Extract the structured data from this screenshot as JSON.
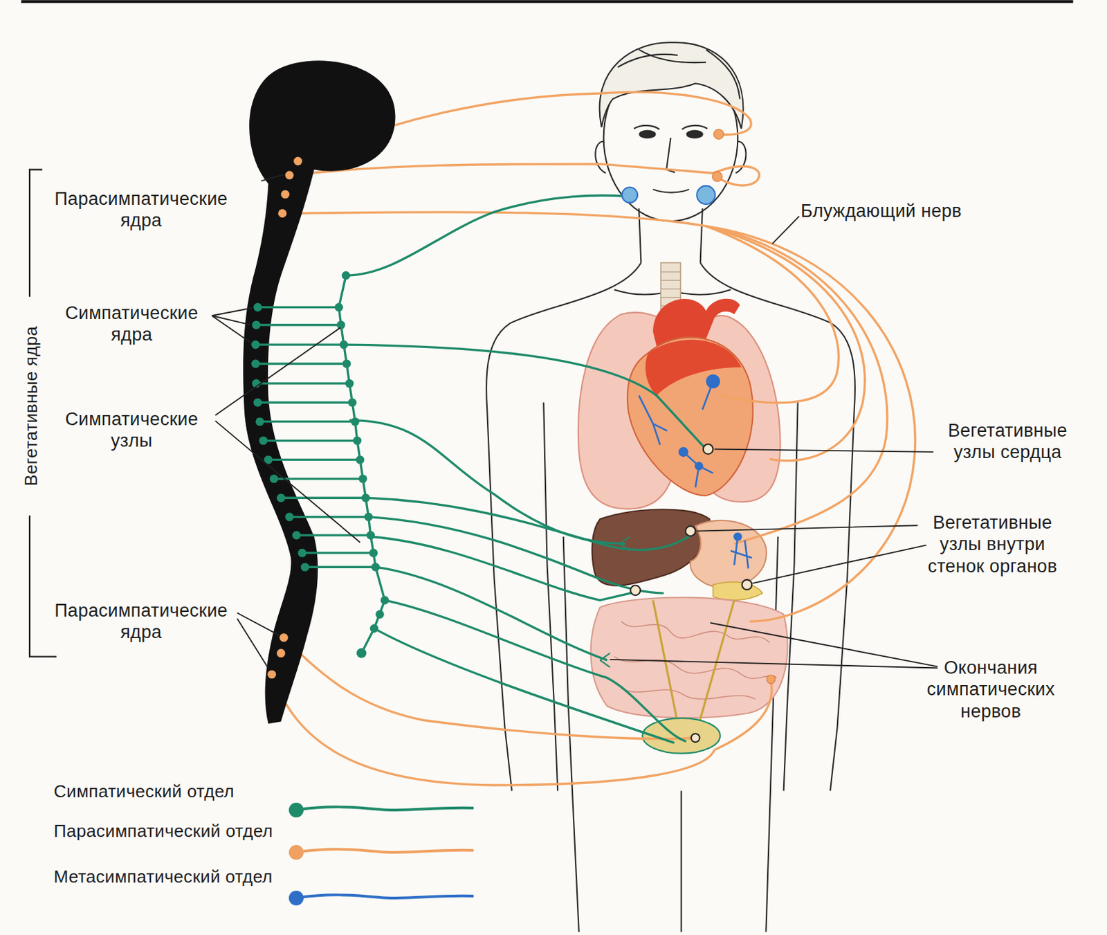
{
  "diagram": {
    "labels": [
      "Парасимпатические ядра",
      "Вегетативные ядра",
      "Симпатические ядра",
      "Симпатические узлы",
      "Парасимпатические ядра",
      "Блуждающий нерв",
      "Вегетативные узлы сердца",
      "Вегетативные узлы внутри стенок органов",
      "Окончания симпатических нервов"
    ],
    "legend": [
      {
        "text": "Симпатический отдел",
        "color": "#1e8a6a"
      },
      {
        "text": "Парасимпатический отдел",
        "color": "#f0a060"
      },
      {
        "text": "Метасимпатический отдел",
        "color": "#2f6fc8"
      }
    ]
  }
}
